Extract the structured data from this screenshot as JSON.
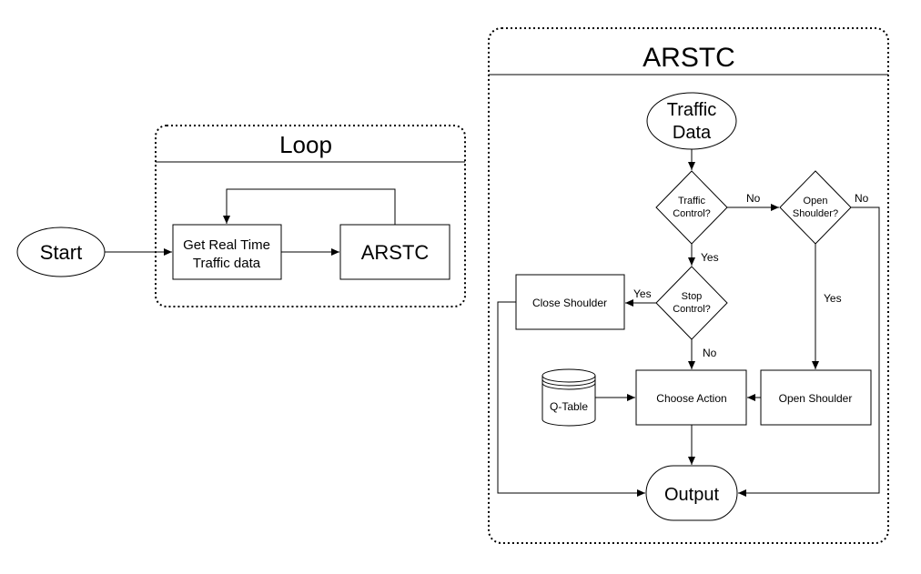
{
  "loop": {
    "title": "Loop",
    "start": "Start",
    "get_data_line1": "Get Real Time",
    "get_data_line2": "Traffic data",
    "arstc_box": "ARSTC"
  },
  "arstc": {
    "title": "ARSTC",
    "traffic_data_line1": "Traffic",
    "traffic_data_line2": "Data",
    "traffic_control_line1": "Traffic",
    "traffic_control_line2": "Control?",
    "open_shoulder_q_line1": "Open",
    "open_shoulder_q_line2": "Shoulder?",
    "stop_control_line1": "Stop",
    "stop_control_line2": "Control?",
    "close_shoulder": "Close Shoulder",
    "q_table": "Q-Table",
    "choose_action": "Choose Action",
    "open_shoulder": "Open Shoulder",
    "output": "Output",
    "edge_tc_no": "No",
    "edge_tc_yes": "Yes",
    "edge_os_no": "No",
    "edge_os_yes": "Yes",
    "edge_sc_yes": "Yes",
    "edge_sc_no": "No"
  }
}
